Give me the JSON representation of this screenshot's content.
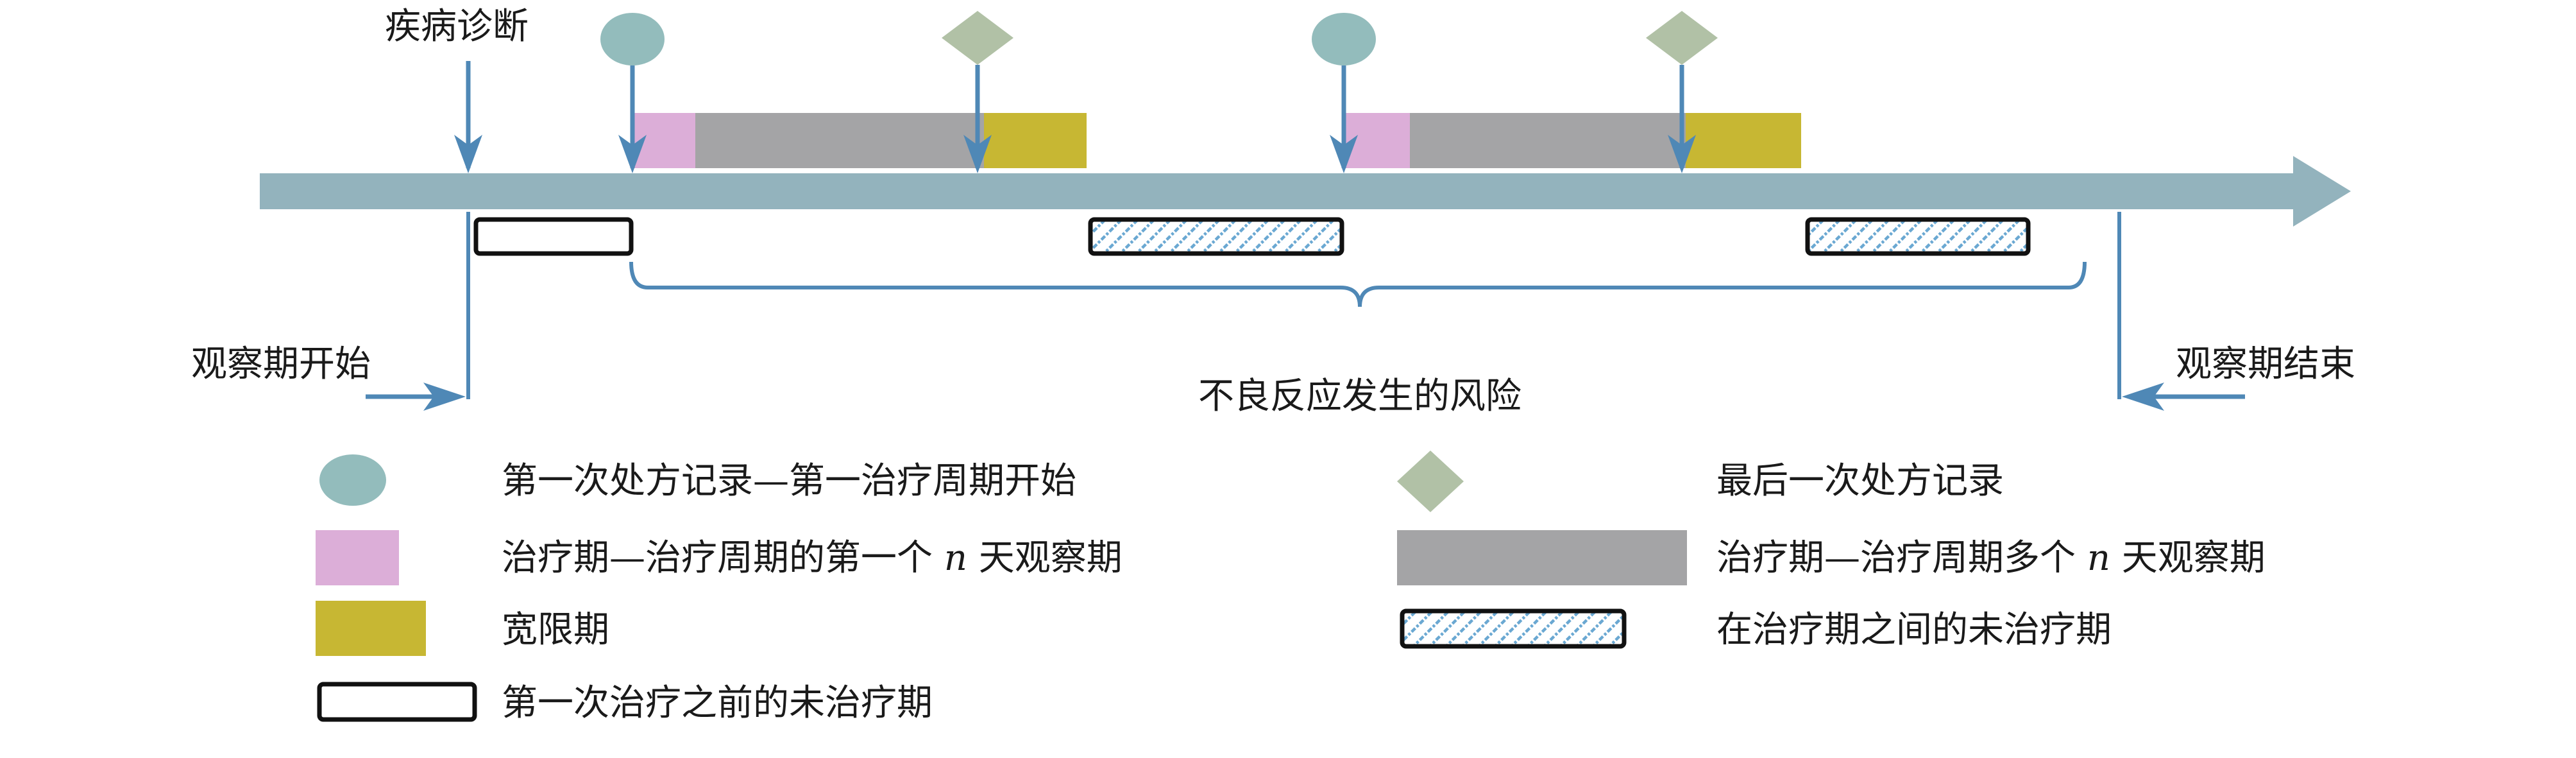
{
  "colors": {
    "axis": "#93b3bd",
    "arrow": "#4f88b6",
    "bracket": "#4f88b6",
    "circle": "#93bcbc",
    "diamond": "#b1c1a6",
    "pink": "#dcaed8",
    "gray": "#a4a4a6",
    "olive": "#c7b733",
    "hatch_blue": "#6aa8d2",
    "outline": "#111111"
  },
  "labels": {
    "diagnosis": "疾病诊断",
    "obs_start": "观察期开始",
    "obs_end": "观察期结束",
    "risk": "不良反应发生的风险"
  },
  "legend": {
    "first_rx": "第一次处方记录—第一治疗周期开始",
    "last_rx": "最后一次处方记录",
    "first_n_prefix": "治疗期—治疗周期的第一个 ",
    "first_n_suffix": " 天观察期",
    "multi_n_prefix": "治疗期—治疗周期多个 ",
    "multi_n_suffix": " 天观察期",
    "n": "n",
    "grace": "宽限期",
    "between_untreated": "在治疗期之间的未治疗期",
    "before_untreated": "第一次治疗之前的未治疗期"
  },
  "icons": [
    "circle-marker-icon",
    "diamond-marker-icon",
    "arrow-down-icon",
    "arrow-right-icon",
    "arrow-left-icon"
  ]
}
